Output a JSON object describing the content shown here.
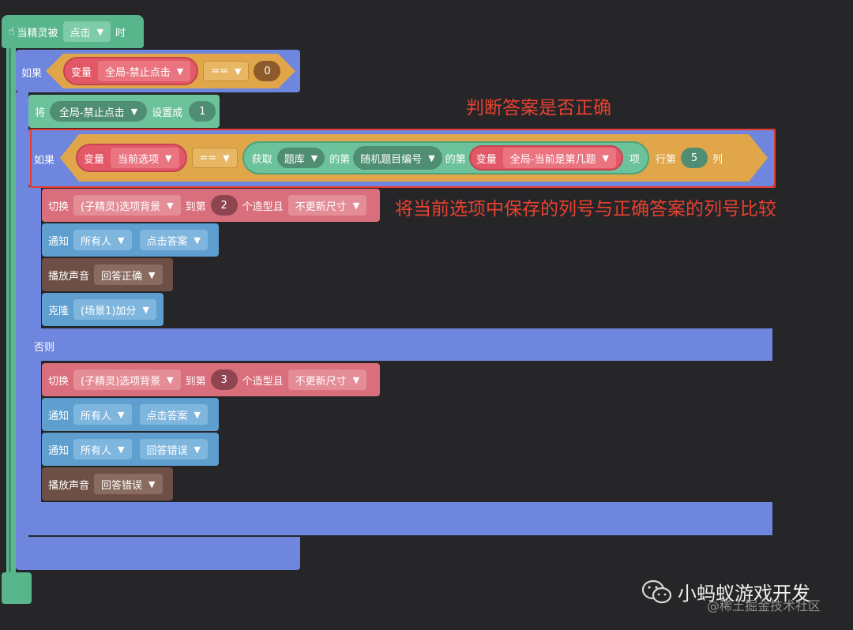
{
  "hat": {
    "label_pre": "当精灵被",
    "dropdown": "点击",
    "label_post": "时"
  },
  "if1": {
    "label": "如果",
    "var_label": "变量",
    "var_name": "全局-禁止点击",
    "op": "==",
    "value": "0"
  },
  "set1": {
    "label": "将",
    "var_name": "全局-禁止点击",
    "set_label": "设置成",
    "value": "1"
  },
  "if2": {
    "label": "如果",
    "var_label": "变量",
    "var_name": "当前选项",
    "op": "==",
    "get_label": "获取",
    "bank": "题库",
    "of1": "的第",
    "rand": "随机题目编号",
    "of2": "的第",
    "var2_label": "变量",
    "var2_name": "全局-当前是第几题",
    "item": "项",
    "row": "行第",
    "col_value": "5",
    "col": "列"
  },
  "then": [
    {
      "type": "switch",
      "label": "切换",
      "sprite": "(子精灵)选项背景",
      "to": "到第",
      "value": "2",
      "tail": "个造型且",
      "opt": "不更新尺寸"
    },
    {
      "type": "notify",
      "label": "通知",
      "target": "所有人",
      "msg": "点击答案"
    },
    {
      "type": "sound",
      "label": "播放声音",
      "sound": "回答正确"
    },
    {
      "type": "clone",
      "label": "克隆",
      "target": "(场景1)加分"
    }
  ],
  "else_label": "否则",
  "else": [
    {
      "type": "switch",
      "label": "切换",
      "sprite": "(子精灵)选项背景",
      "to": "到第",
      "value": "3",
      "tail": "个造型且",
      "opt": "不更新尺寸"
    },
    {
      "type": "notify",
      "label": "通知",
      "target": "所有人",
      "msg": "点击答案"
    },
    {
      "type": "notify",
      "label": "通知",
      "target": "所有人",
      "msg": "回答错误"
    },
    {
      "type": "sound",
      "label": "播放声音",
      "sound": "回答错误"
    }
  ],
  "annotations": {
    "title": "判断答案是否正确",
    "note": "将当前选项中保存的列号与正确答案的列号比较"
  },
  "watermark": {
    "brand": "小蚂蚁游戏开发",
    "sub": "@稀土掘金技术社区"
  },
  "colors": {
    "annotation": "#e8412e",
    "highlight": "#e83a2d"
  }
}
